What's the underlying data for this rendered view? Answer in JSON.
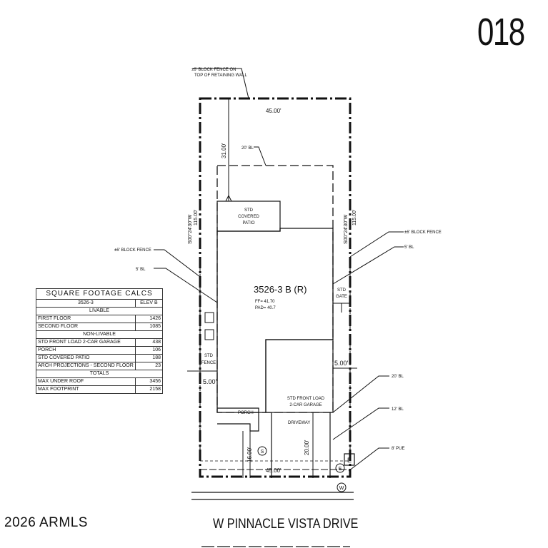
{
  "lot_number": "018",
  "copyright": "2026 ARMLS",
  "street": "W PINNACLE VISTA DRIVE",
  "labels": {
    "fence_top": [
      "±6' BLOCK FENCE ON",
      "TOP OF RETAINING WALL"
    ],
    "width_top": "45.00'",
    "setback_31": "31.00'",
    "bl_20_top": "20' BL",
    "bearing_left": [
      "S00°24'30\"W",
      "115.00'"
    ],
    "bearing_right": [
      "S00°24'30\"W",
      "115.00'"
    ],
    "covered_patio": [
      "STD",
      "COVERED",
      "PATIO"
    ],
    "block_fence_right": "±6' BLOCK FENCE",
    "bl_5_right": "5' BL",
    "block_fence_left": "±6' BLOCK FENCE",
    "bl_5_left": "5' BL",
    "plan_name": "3526-3 B (R)",
    "ff": "FF= 41.70",
    "pad": "PAD= 40.7",
    "std_gate": [
      "STD",
      "GATE"
    ],
    "std_fence": [
      "STD",
      "FENCE"
    ],
    "dim_5_left": "5.00'",
    "dim_5_right": "5.00'",
    "bl_20_bottom": "20' BL",
    "garage": [
      "STD FRONT LOAD",
      "2-CAR GARAGE"
    ],
    "porch": "PORCH",
    "driveway": "DRIVEWAY",
    "bl_12": "12' BL",
    "dim_16": "16.00'",
    "dim_20": "20.00'",
    "pue_8": "8' PUE",
    "width_bottom": "45.00'",
    "marker_s": "S",
    "marker_e": "E",
    "marker_w": "W"
  },
  "sqft_table": {
    "title": "SQUARE FOOTAGE CALCS",
    "plan": "3526-3",
    "elev": "ELEV B",
    "livable_header": "LIVABLE",
    "livable": [
      {
        "label": "FIRST FLOOR",
        "value": "1426"
      },
      {
        "label": "SECOND FLOOR",
        "value": "1085"
      }
    ],
    "nonlivable_header": "NON-LIVABLE",
    "nonlivable": [
      {
        "label": "STD FRONT LOAD 2-CAR GARAGE",
        "value": "438"
      },
      {
        "label": "PORCH",
        "value": "106"
      },
      {
        "label": "STD COVERED PATIO",
        "value": "188"
      },
      {
        "label": "ARCH PROJECTIONS - SECOND FLOOR",
        "value": "23"
      }
    ],
    "totals_header": "TOTALS",
    "totals": [
      {
        "label": "MAX UNDER ROOF",
        "value": "3456"
      },
      {
        "label": "MAX FOOTPRINT",
        "value": "2158"
      }
    ]
  }
}
